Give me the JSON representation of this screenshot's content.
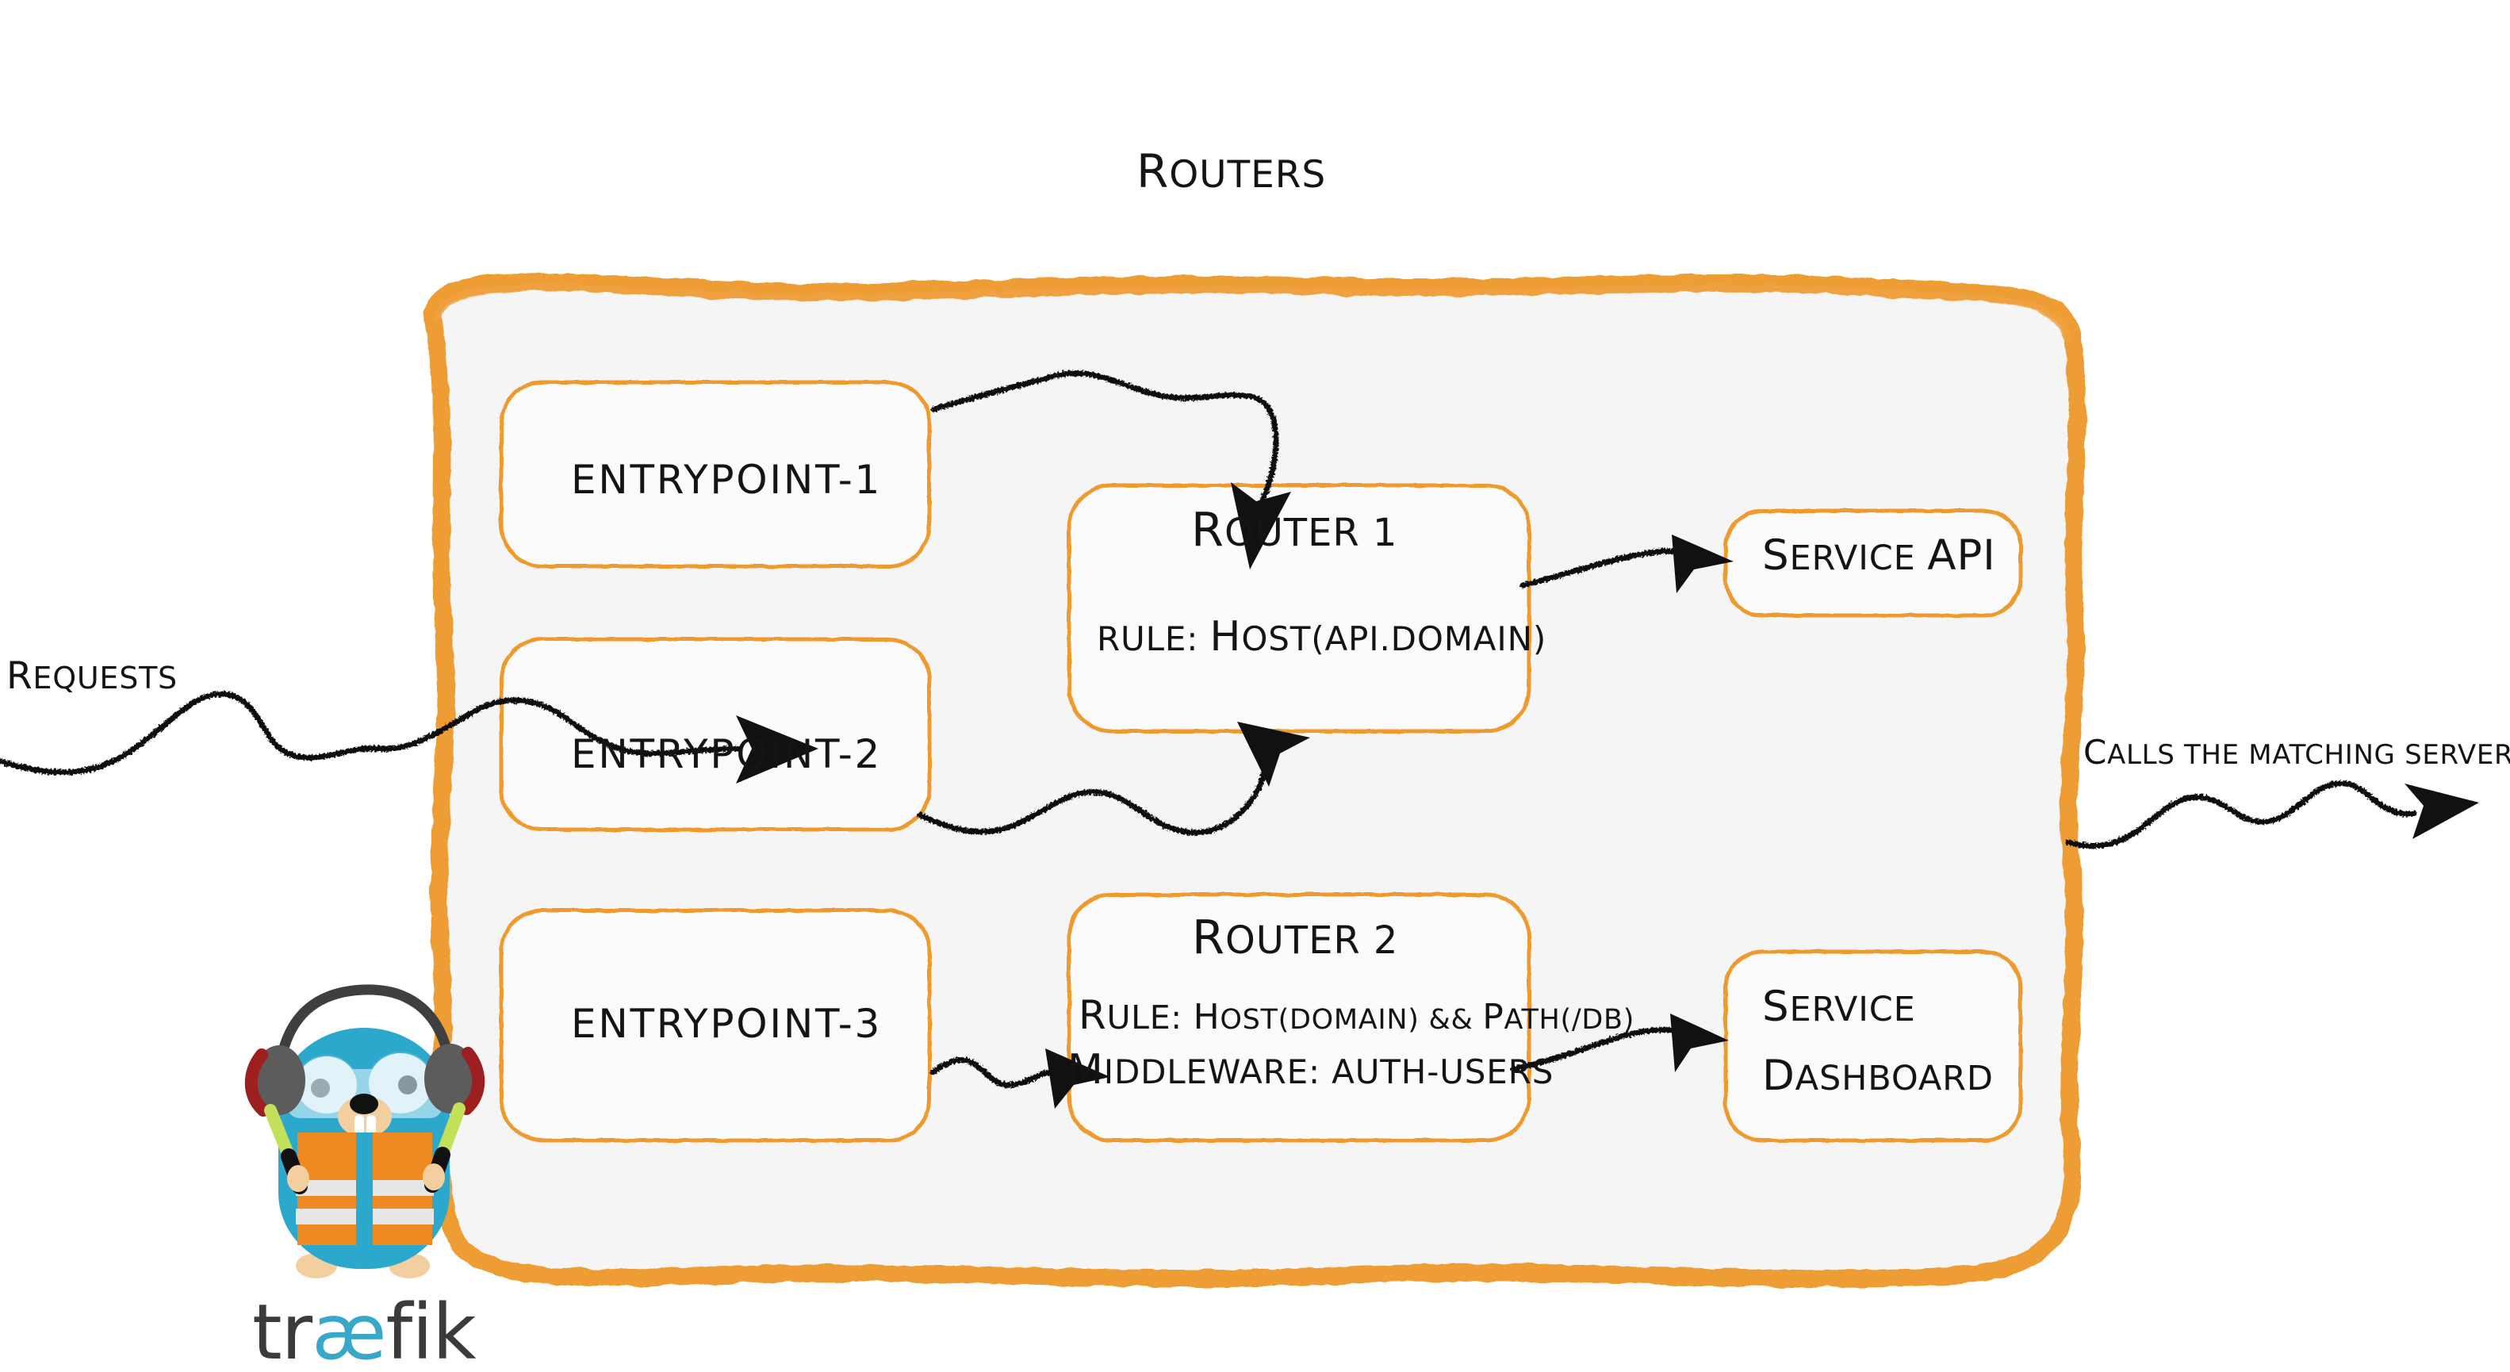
{
  "diagram": {
    "title": "Routers",
    "theme": {
      "orange": "#ee9a2e",
      "panel_fill": "#f5f5f5",
      "ink": "#141414",
      "traefik_cyan": "#37a8c8",
      "traefik_dark": "#3b3b3b",
      "vest_orange": "#ef8a22",
      "baton_green": "#c3e05a"
    },
    "external_labels": {
      "inbound": "Requests",
      "outbound": "Calls the matching server"
    },
    "entrypoints": [
      {
        "id": "entrypoint-1",
        "label": "ENTRYPOINT-1"
      },
      {
        "id": "entrypoint-2",
        "label": "ENTRYPOINT-2"
      },
      {
        "id": "entrypoint-3",
        "label": "ENTRYPOINT-3"
      }
    ],
    "routers": [
      {
        "id": "router-1",
        "title": "Router 1",
        "rule_prefix": "rule:",
        "rule": "Host(api.domain)",
        "middleware_prefix": null,
        "middleware": null
      },
      {
        "id": "router-2",
        "title": "Router 2",
        "rule_prefix": "rule:",
        "rule": "Host(domain) && Path(/db)",
        "middleware_prefix": "Middleware:",
        "middleware": "auth-users"
      }
    ],
    "services": [
      {
        "id": "service-api",
        "lines": [
          "Service API"
        ]
      },
      {
        "id": "service-dashboard",
        "lines": [
          "Service",
          "Dashboard"
        ]
      }
    ],
    "connections": [
      {
        "from": "entrypoint-1",
        "to": "router-1"
      },
      {
        "from": "entrypoint-2",
        "to": "router-1"
      },
      {
        "from": "entrypoint-3",
        "to": "router-2"
      },
      {
        "from": "router-1",
        "to": "service-api"
      },
      {
        "from": "router-2",
        "to": "service-dashboard"
      }
    ],
    "logo": {
      "wordmark_pre": "tr",
      "wordmark_ae": "æ",
      "wordmark_post": "fik",
      "mascot": "traefik-gopher-mascot"
    }
  }
}
